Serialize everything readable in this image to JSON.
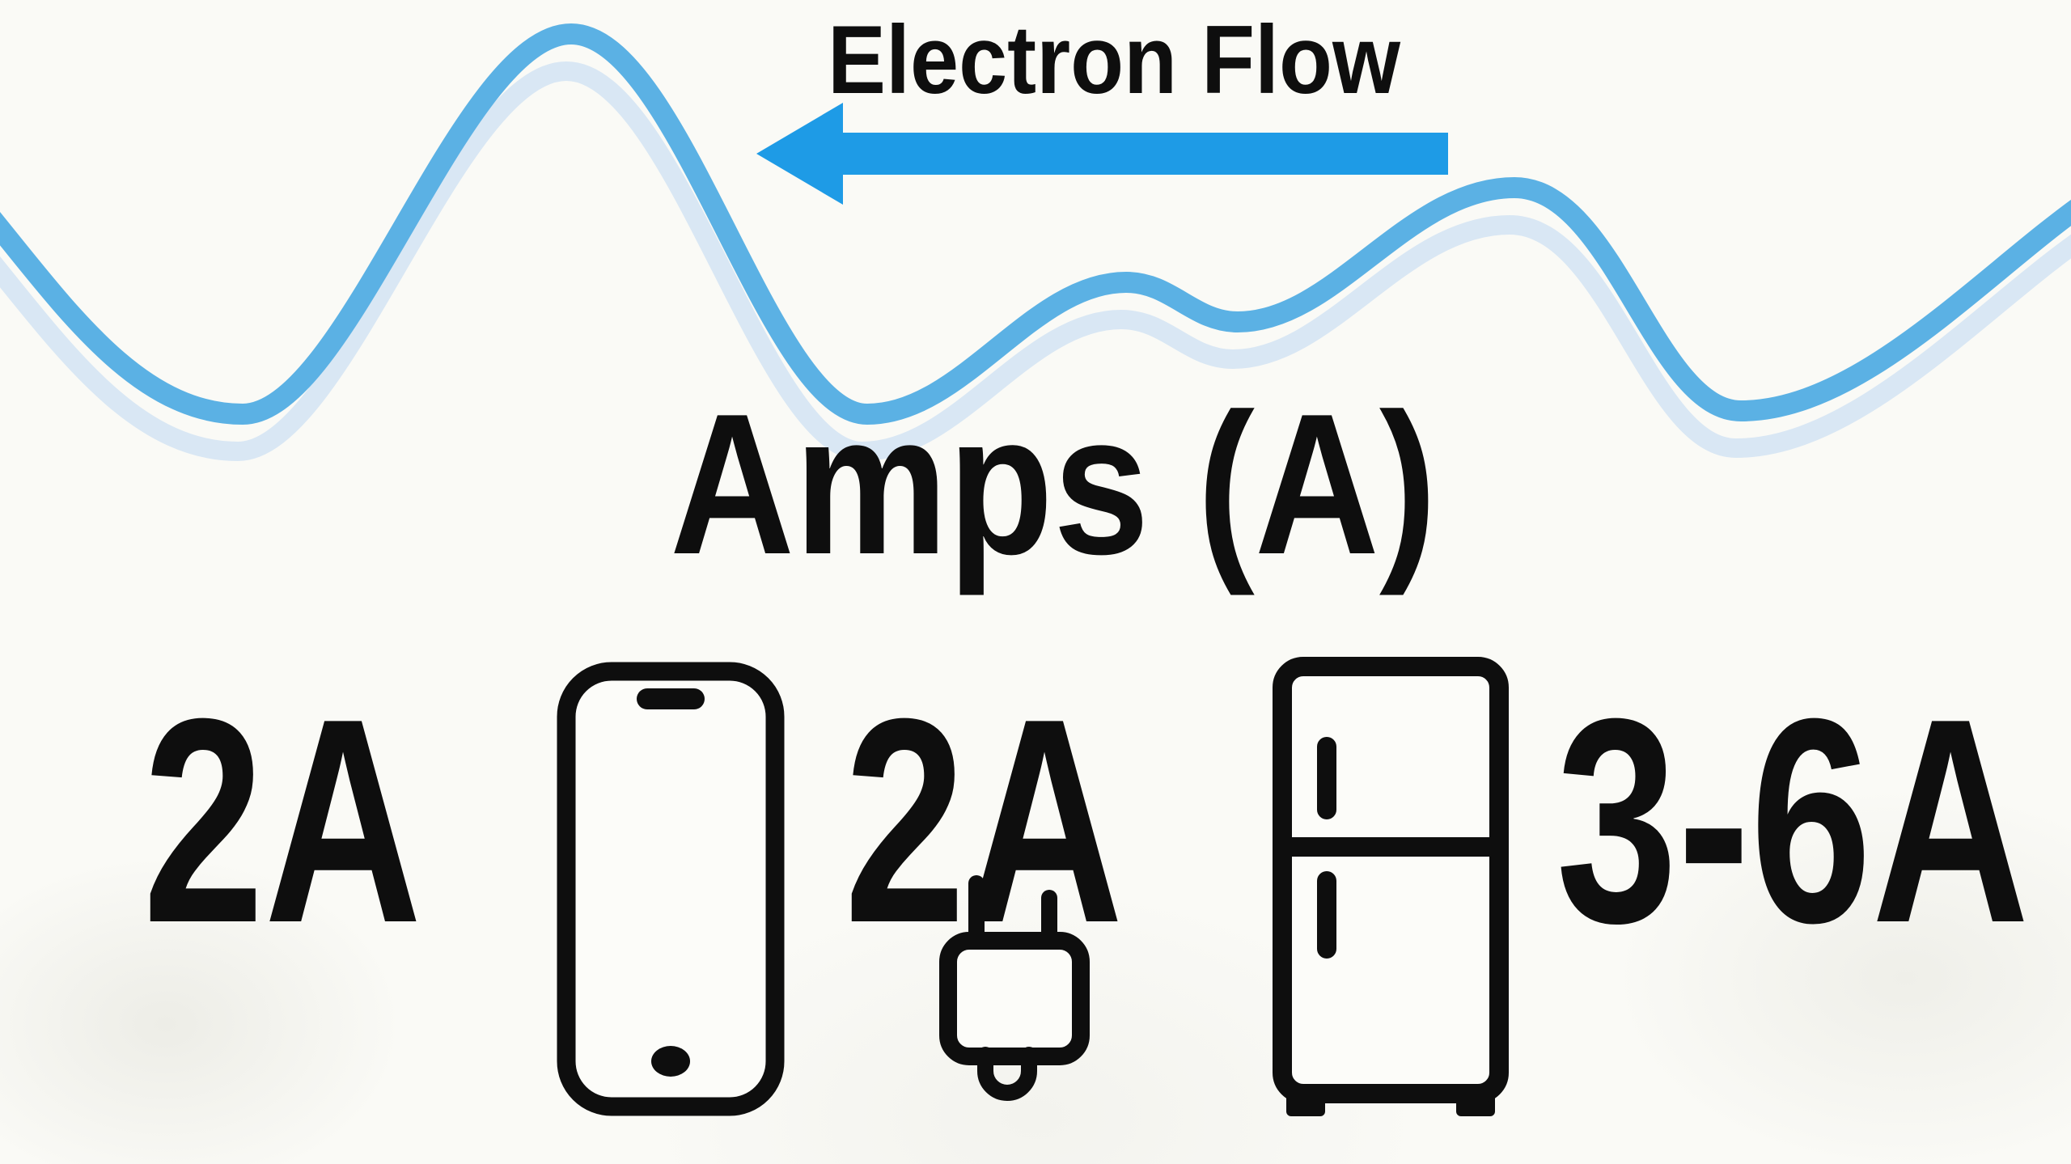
{
  "colors": {
    "ink": "#0E0E0E",
    "arrow-blue": "#1E9BE6",
    "wave-blue": "#5BB1E4",
    "wave-echo": "#D9E7F4",
    "background": "#FAFAF6"
  },
  "header": {
    "flow_label": "Electron Flow",
    "arrow_icon": "left-arrow"
  },
  "title": "Amps (A)",
  "devices": [
    {
      "label": "2A",
      "icon": "smartphone-icon"
    },
    {
      "label": "2A",
      "icon": "charger-plug-icon"
    },
    {
      "label": "3-6A",
      "icon": "refrigerator-icon"
    }
  ]
}
